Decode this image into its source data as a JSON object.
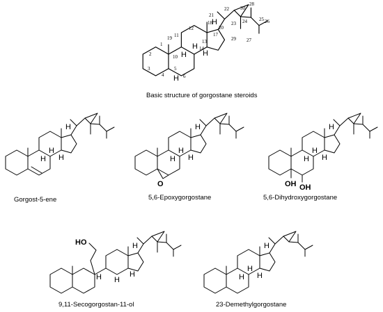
{
  "basic": {
    "caption": "Basic structure of gorgostane steroids",
    "numbers": [
      "1",
      "2",
      "3",
      "4",
      "5",
      "6",
      "10",
      "11",
      "12",
      "13",
      "14",
      "17",
      "18",
      "19",
      "20",
      "21",
      "22",
      "23",
      "24",
      "25",
      "26",
      "27",
      "28",
      "29",
      "30"
    ],
    "h_label": "H"
  },
  "compounds": [
    {
      "caption": "Gorgost-5-ene"
    },
    {
      "caption": "5,6-Epoxygorgostane",
      "atom": "O"
    },
    {
      "caption": "5,6-Dihydroxygorgostane",
      "atoms": [
        "OH",
        "OH"
      ]
    },
    {
      "caption": "9,11-Secogorgostan-11-ol",
      "atom": "HO"
    },
    {
      "caption": "23-Demethylgorgostane"
    }
  ],
  "h_label": "H"
}
